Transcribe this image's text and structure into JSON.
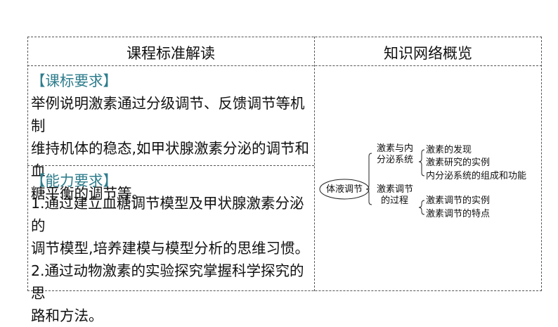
{
  "table": {
    "left_header": "课程标准解读",
    "right_header": "知识网络概览"
  },
  "standards": {
    "tag": "【课标要求】",
    "lines": [
      "举例说明激素通过分级调节、反馈调节等机制",
      "维持机体的稳态,如甲状腺激素分泌的调节和血",
      "糖平衡的调节等。"
    ]
  },
  "ability": {
    "tag": "【能力要求】",
    "lines": [
      "1.通过建立血糖调节模型及甲状腺激素分泌的",
      "调节模型,培养建模与模型分析的思维习惯。",
      "2.通过动物激素的实验探究掌握科学探究的思",
      "路和方法。"
    ]
  },
  "mindmap": {
    "root": "体液调节",
    "branch1": {
      "line1": "激素与内",
      "line2": "分泌系统",
      "items": [
        "激素的发现",
        "激素研究的实例",
        "内分泌系统的组成和功能"
      ]
    },
    "branch2": {
      "line1": "激素调节",
      "line2": "的过程",
      "items": [
        "激素调节的实例",
        "激素调节的特点"
      ]
    }
  }
}
